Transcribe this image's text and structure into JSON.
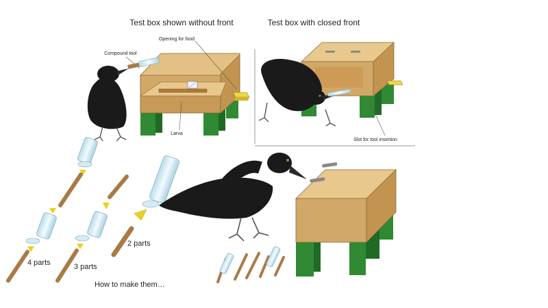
{
  "titles": {
    "left": "Test box shown without front",
    "right": "Test box with closed front"
  },
  "callouts": {
    "compound_tool": "Compound tool",
    "opening_for_food": "Opening for food",
    "larva": "Larva",
    "slot": "Slot for tool insertion"
  },
  "parts": {
    "four": "4 parts",
    "three": "3 parts",
    "two": "2 parts"
  },
  "caption": "How to make them…",
  "colors": {
    "box_front": "#d2a868",
    "box_side": "#c39450",
    "box_inner": "#e3c083",
    "legs": "#2f8a33",
    "crow": "#1a1a1a",
    "stick": "#a97a46",
    "tube": "#d4ecf5",
    "arrow": "#e8d21a"
  }
}
